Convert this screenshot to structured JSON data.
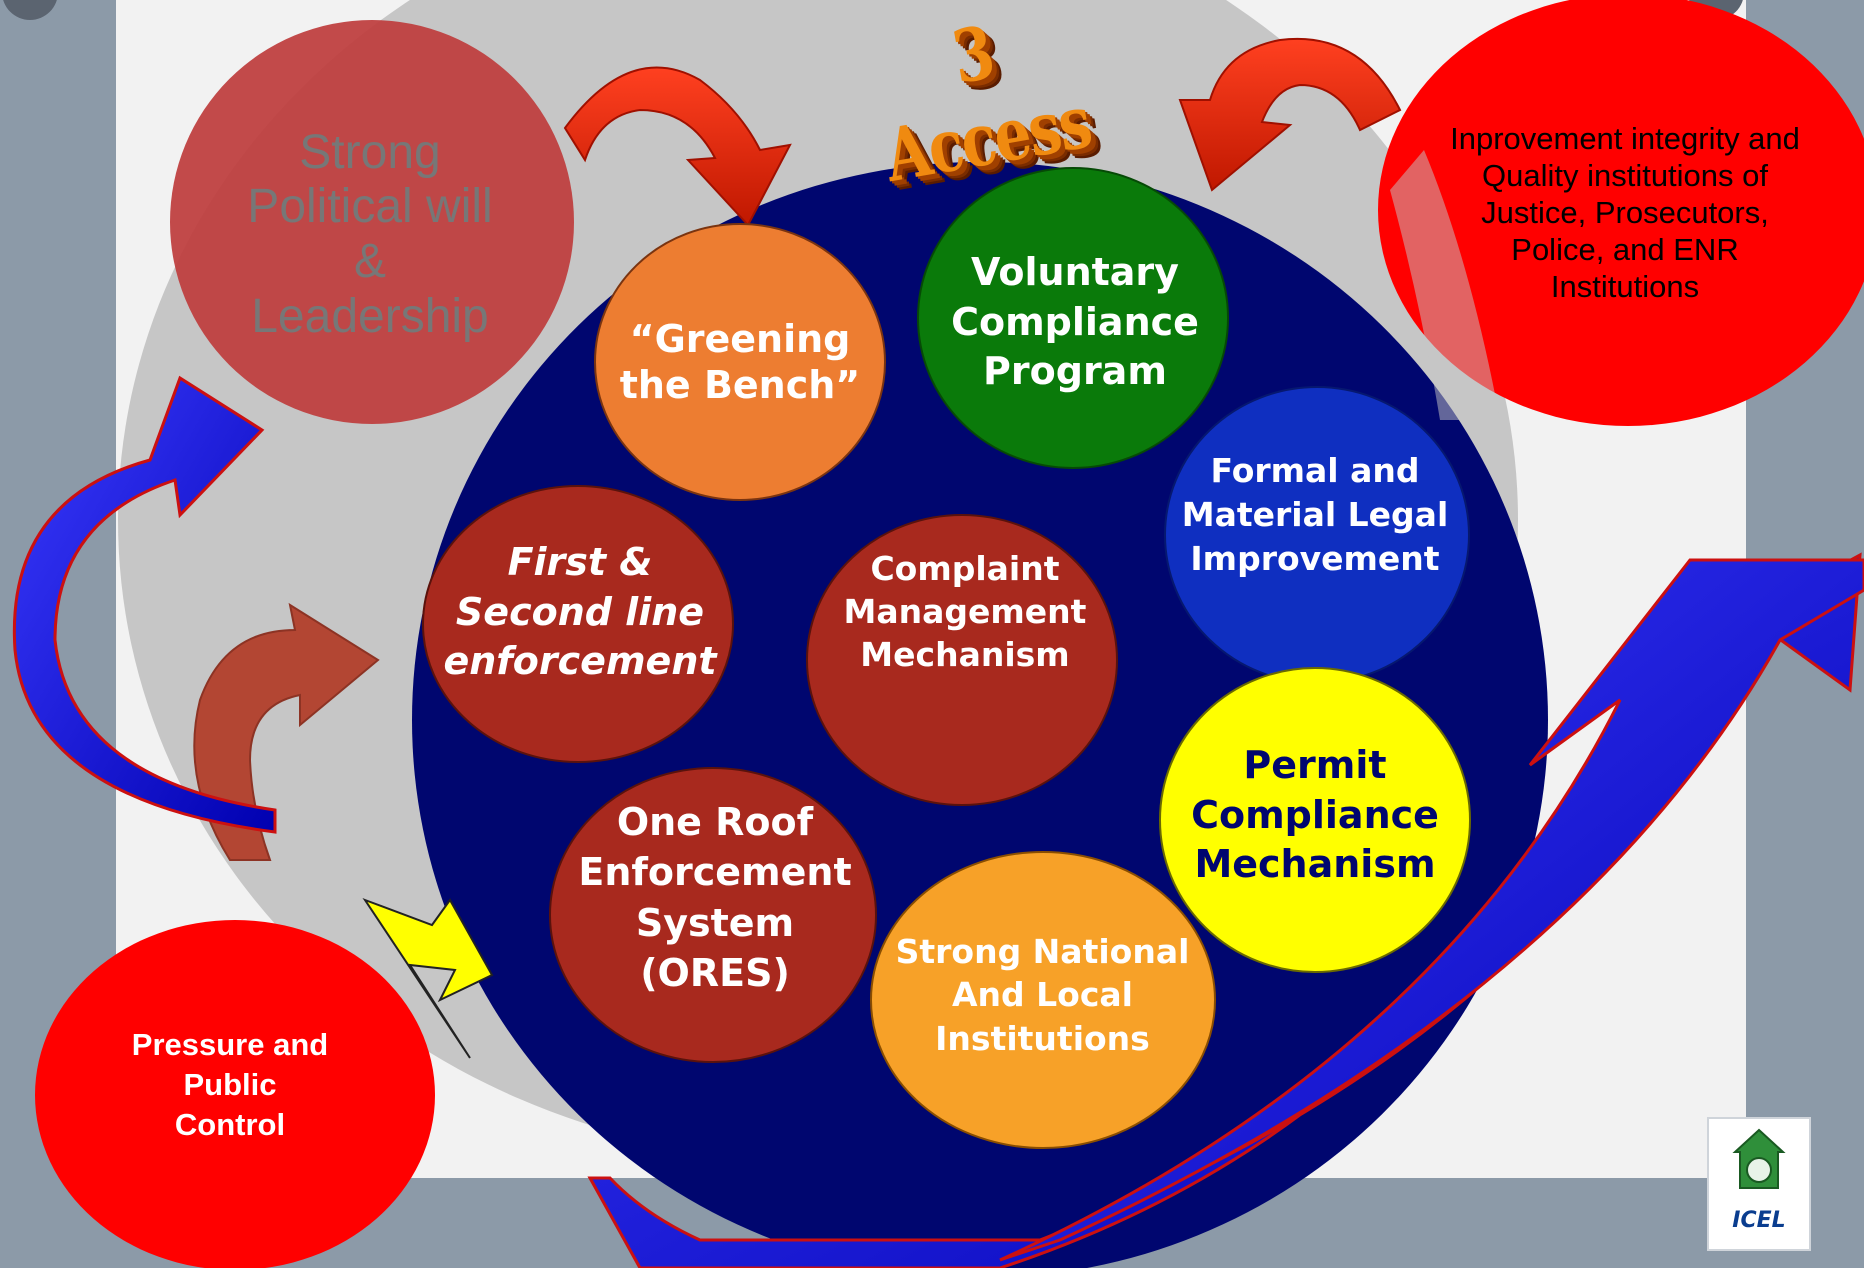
{
  "header": {
    "title": "3 Access"
  },
  "nodes": {
    "political_will": "Strong\nPolitical will\n&\nLeadership",
    "improvement_integrity": "Inprovement integrity and\nQuality institutions of\nJustice, Prosecutors,\nPolice, and ENR\nInstitutions",
    "pressure_control": "Pressure and\nPublic\nControl",
    "greening_bench": "“Greening\nthe Bench”",
    "voluntary_compliance": "Voluntary\nCompliance\nProgram",
    "formal_material": "Formal and\nMaterial Legal\nImprovement",
    "first_second_line": "First &\nSecond line\nenforcement",
    "complaint_management": "Complaint\nManagement\nMechanism",
    "permit_compliance": "Permit\nCompliance\nMechanism",
    "one_roof": "One Roof\nEnforcement\nSystem\n(ORES)",
    "strong_national": "Strong National\nAnd Local\nInstitutions"
  },
  "logo": {
    "text": "ICEL"
  },
  "colors": {
    "background": "#8c9aa8",
    "panel": "#f2f2f2",
    "grey_disc": "#c6c6c6",
    "navy": "#00066f",
    "red": "#ff0000",
    "political": "#bf4040",
    "orange": "#ed7d31",
    "green": "#0a7a0a",
    "blue": "#0f2fc0",
    "maroon": "#a8291e",
    "yellow": "#ffff00",
    "gold": "#f7a128"
  }
}
